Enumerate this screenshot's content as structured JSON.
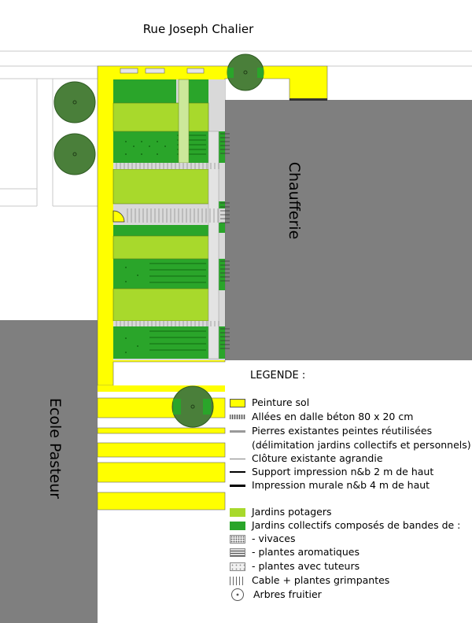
{
  "streets": {
    "north": "Rue Joseph Chalier",
    "building_east": "Chaufferie",
    "building_west": "Ecole Pasteur"
  },
  "legend": {
    "title": "LEGENDE :",
    "items": [
      {
        "key": "peinture_sol",
        "label": "Peinture sol",
        "color": "#ffff00"
      },
      {
        "key": "allees",
        "label": "Allées en dalle béton 80 x 20 cm",
        "color": "#b3b3b3"
      },
      {
        "key": "pierres",
        "label": "Pierres existantes peintes réutilisées",
        "color": "#999999"
      },
      {
        "key": "pierres_suite",
        "label": "(délimitation jardins collectifs et personnels)"
      },
      {
        "key": "cloture",
        "label": "Clôture existante agrandie",
        "color": "#808080"
      },
      {
        "key": "support",
        "label": "Support impression n&b 2 m de haut",
        "color": "#000000"
      },
      {
        "key": "impression",
        "label": "Impression murale n&b 4 m de haut",
        "color": "#000000"
      },
      {
        "key": "potagers",
        "label": "Jardins potagers",
        "color": "#a8d92c"
      },
      {
        "key": "collectifs",
        "label": "Jardins collectifs composés de bandes de :",
        "color": "#2aa52a"
      },
      {
        "key": "vivaces",
        "label": "- vivaces"
      },
      {
        "key": "aromatiques",
        "label": "- plantes aromatiques"
      },
      {
        "key": "tuteurs",
        "label": "- plantes avec tuteurs"
      },
      {
        "key": "cable",
        "label": "Cable + plantes grimpantes"
      },
      {
        "key": "arbres",
        "label": "Arbres fruitier",
        "color": "#4a7f3a"
      }
    ]
  },
  "colors": {
    "yellow": "#ffff00",
    "building": "#7f7f7f",
    "light_green": "#a8d92c",
    "dark_green": "#2aa52a",
    "tree": "#4a7f3a",
    "path": "#d9d9d9"
  }
}
